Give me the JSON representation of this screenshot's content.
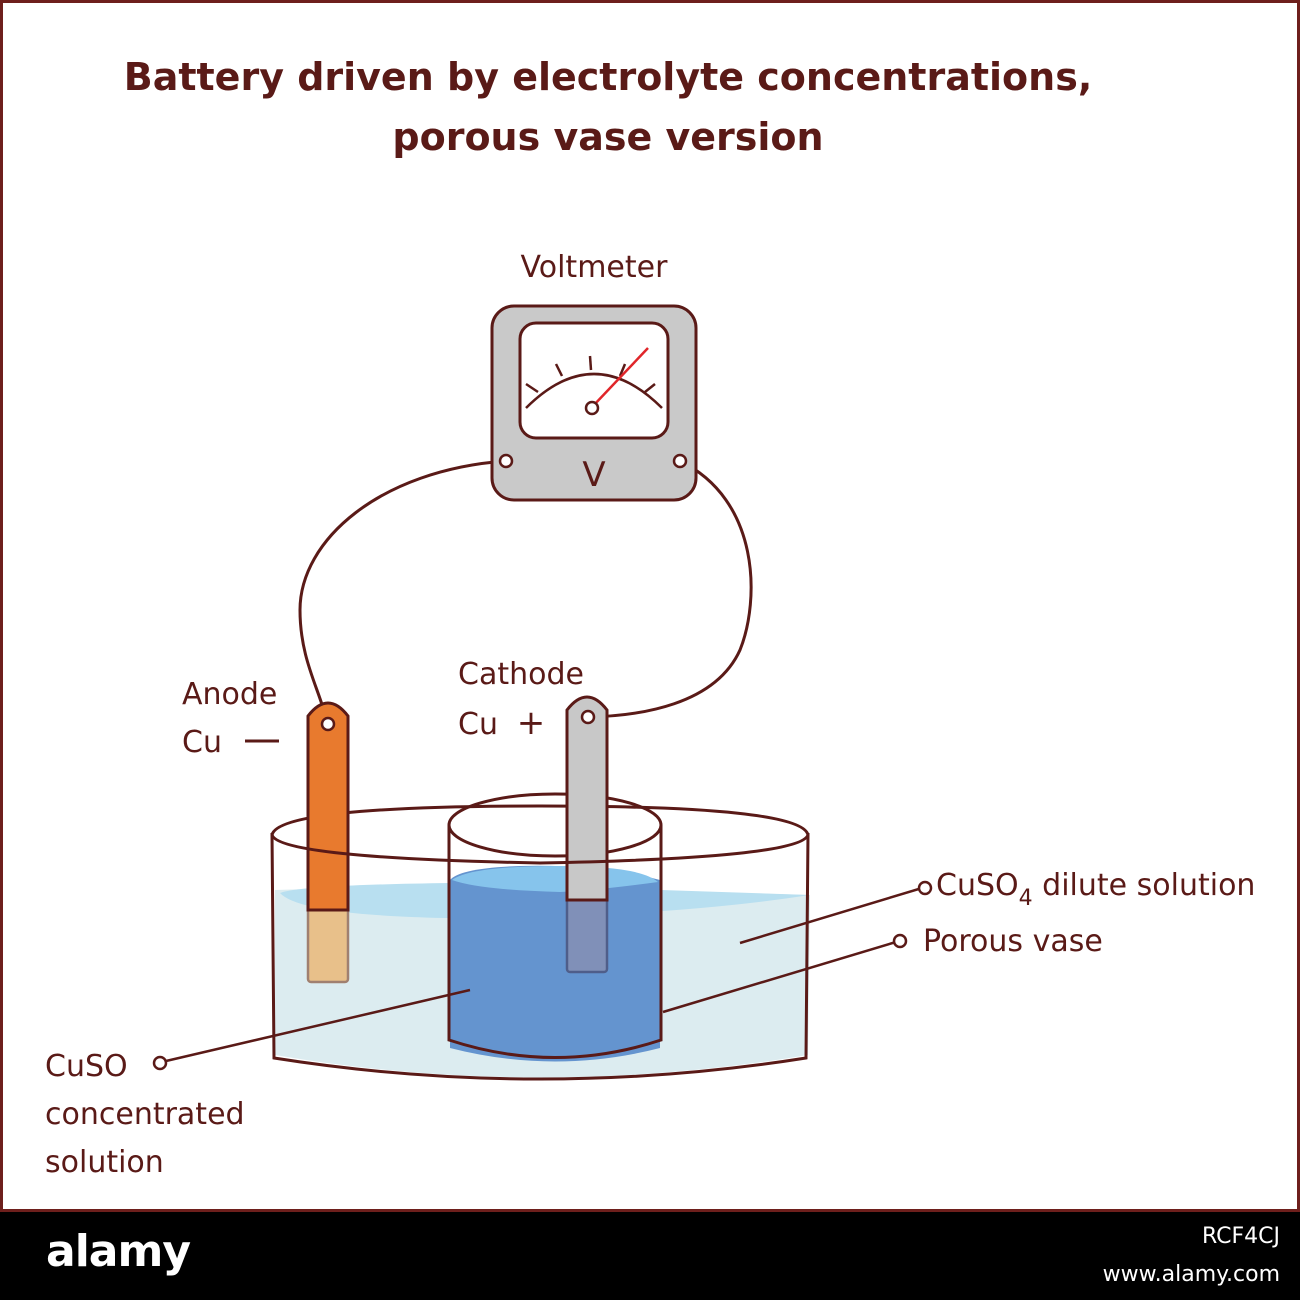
{
  "title": {
    "line1": "Battery driven by electrolyte concentrations,",
    "line2": "porous vase version"
  },
  "voltmeter": {
    "label": "Voltmeter",
    "unit_symbol": "V"
  },
  "anode": {
    "name": "Anode",
    "element": "Cu",
    "sign": "—"
  },
  "cathode": {
    "name": "Cathode",
    "element": "Cu",
    "sign": "+"
  },
  "callouts": {
    "dilute_formula": "CuSO",
    "dilute_subscript": "4",
    "dilute_rest": " dilute solution",
    "porous": "Porous vase",
    "concentrated_line1": "CuSO",
    "concentrated_line2": "concentrated",
    "concentrated_line3": "solution"
  },
  "footer": {
    "logo": "alamy",
    "image_id": "RCF4CJ",
    "site": "www.alamy.com"
  },
  "colors": {
    "outline": "#5a1a17",
    "copper": "#e87a2e",
    "steel": "#c8c8c8",
    "dilute_solution": "#dcecf0",
    "concentrated_solution": "#6494cf",
    "needle": "#e0262a"
  }
}
